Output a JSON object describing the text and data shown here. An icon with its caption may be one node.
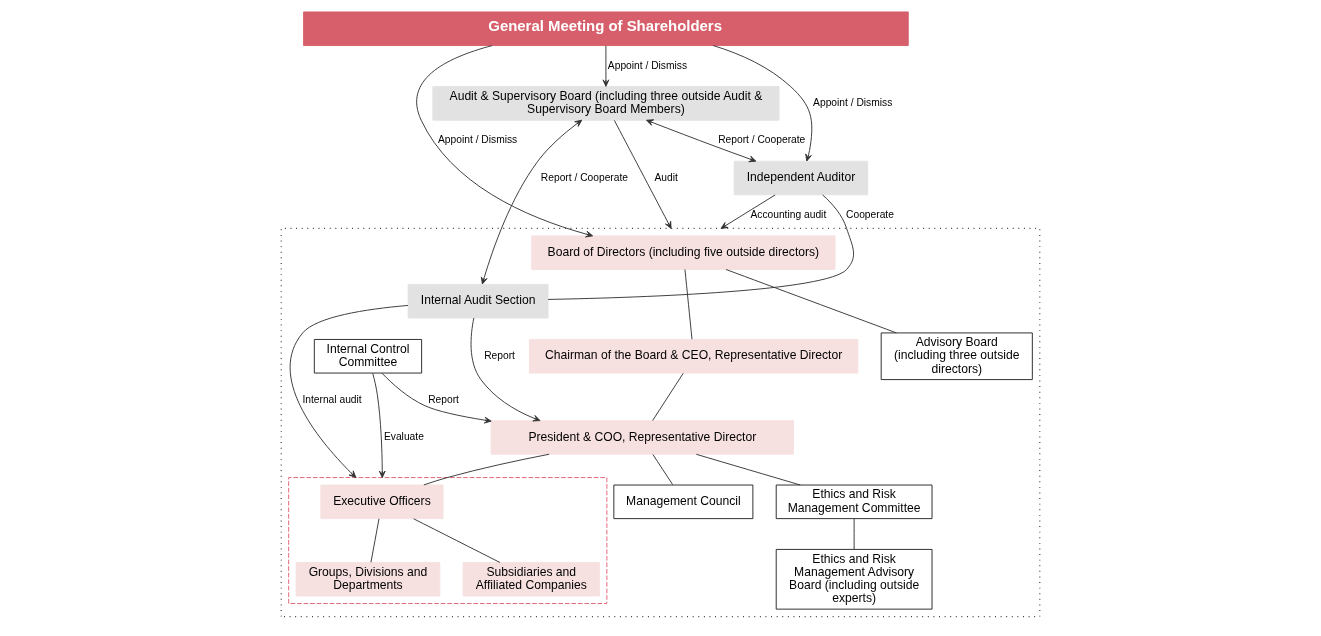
{
  "diagram": {
    "nodes": [
      {
        "text": [
          "General Meeting of Shareholders"
        ]
      },
      {
        "text": [
          "Audit & Supervisory Board (including three outside Audit & Supervisory Board Members)"
        ]
      },
      {
        "text": [],
        "shape": "box"
      },
      {
        "text": [
          "Board of Directors (including five outside directors)"
        ],
        "in": 2
      },
      {
        "text": [
          "Advisory Board (including three outside directors)"
        ],
        "in": 2
      },
      {
        "text": [
          "Chairman of the Board & CEO, Representative Director"
        ],
        "in": 2
      },
      {
        "text": [
          "Independent Auditor"
        ]
      },
      {
        "text": [
          "President & COO, Representative Director"
        ],
        "in": 2
      },
      {
        "text": [
          "Management Council"
        ],
        "in": 2
      },
      {
        "text": [
          "Ethics and Risk Management Committee"
        ],
        "in": 2
      },
      {
        "text": [
          "Ethics and Risk Management Advisory Board (including outside experts)"
        ],
        "in": 2
      },
      {
        "text": [
          "Internal Audit Section"
        ],
        "in": 2
      },
      {
        "text": [],
        "shape": "box",
        "in": 2
      },
      {
        "text": [
          "Executive Officers"
        ],
        "in": 12
      },
      {
        "text": [
          "Groups, Divisions and Departments"
        ],
        "in": 12
      },
      {
        "text": [
          "Subsidiaries and Affiliated Companies"
        ],
        "in": 12
      },
      {
        "text": [
          "Internal Control Committee"
        ],
        "in": 2
      }
    ],
    "edges": [
      {
        "from": 0,
        "to": 6,
        "arrow": "to",
        "label": "Appoint / Dismiss"
      },
      {
        "from": 0,
        "to": 1,
        "arrow": "to",
        "label": "Appoint / Dismiss"
      },
      {
        "from": 0,
        "to": 3,
        "arrow": "to",
        "label": "Appoint / Dismiss"
      },
      {
        "from": 1,
        "to": 2,
        "arrow": "to",
        "label": "Audit"
      },
      {
        "from": 1,
        "to": 6,
        "arrow": "both",
        "label": "Report / Cooperate"
      },
      {
        "from": 1,
        "to": 11,
        "arrow": "both",
        "label": "Report / Cooperate"
      },
      {
        "from": 6,
        "to": 2,
        "arrow": "to",
        "label": "Accounting audit"
      },
      {
        "from": 11,
        "to": 7,
        "arrow": "to",
        "label": "Report"
      },
      {
        "from": 6,
        "to": 11,
        "arrow": "none",
        "label": "Cooperate"
      },
      {
        "from": 11,
        "to": 12,
        "arrow": "to",
        "label": "Internal audit"
      },
      {
        "from": 3,
        "to": 4,
        "arrow": "none"
      },
      {
        "from": 3,
        "to": 5,
        "arrow": "none"
      },
      {
        "from": 5,
        "to": 7,
        "arrow": "none"
      },
      {
        "from": 7,
        "to": 8,
        "arrow": "none"
      },
      {
        "from": 7,
        "to": 9,
        "arrow": "none"
      },
      {
        "from": 7,
        "to": 13,
        "arrow": "none"
      },
      {
        "from": 9,
        "to": 10,
        "arrow": "none"
      },
      {
        "from": 13,
        "to": 14,
        "arrow": "none"
      },
      {
        "from": 13,
        "to": 15,
        "arrow": "none"
      },
      {
        "from": 16,
        "to": 12,
        "arrow": "to",
        "label": "Evaluate"
      },
      {
        "from": 16,
        "to": 7,
        "arrow": "to",
        "label": "Report"
      }
    ]
  }
}
